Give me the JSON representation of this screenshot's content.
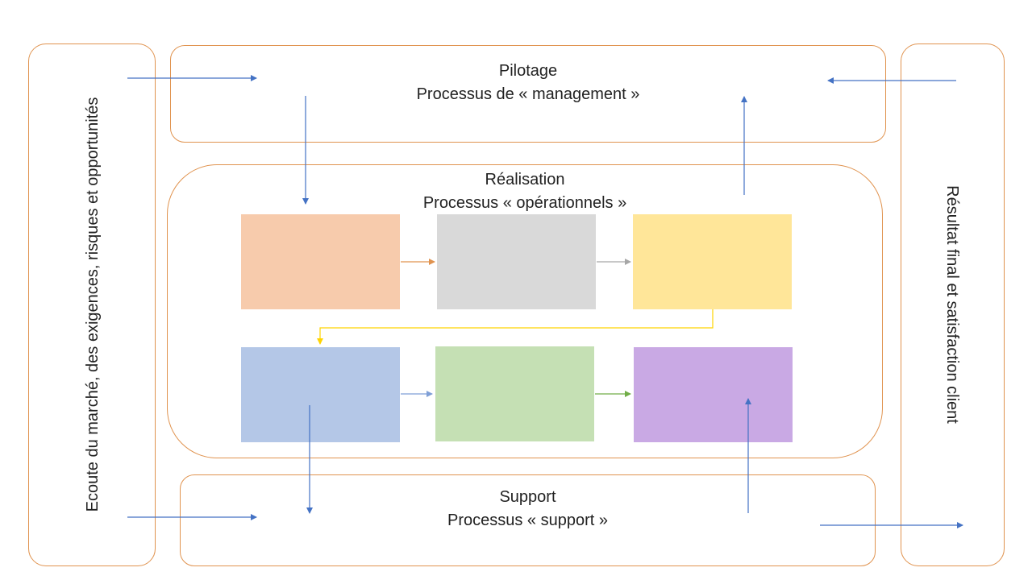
{
  "left_panel": {
    "text": "Ecoute du marché, des exigences, risques et opportunités"
  },
  "right_panel": {
    "text": "Résultat final et satisfaction client"
  },
  "pilotage": {
    "title": "Pilotage",
    "subtitle": "Processus de « management »"
  },
  "realisation": {
    "title": "Réalisation",
    "subtitle": "Processus « opérationnels »"
  },
  "support": {
    "title": "Support",
    "subtitle": "Processus « support »"
  },
  "colors": {
    "border": "#e0934f",
    "arrow_blue": "#4472c4",
    "step_1": "#f7cbac",
    "step_2": "#d9d9d9",
    "step_3": "#ffe699",
    "step_4": "#b4c7e7",
    "step_5": "#c5e0b4",
    "step_6": "#c9a9e4"
  }
}
